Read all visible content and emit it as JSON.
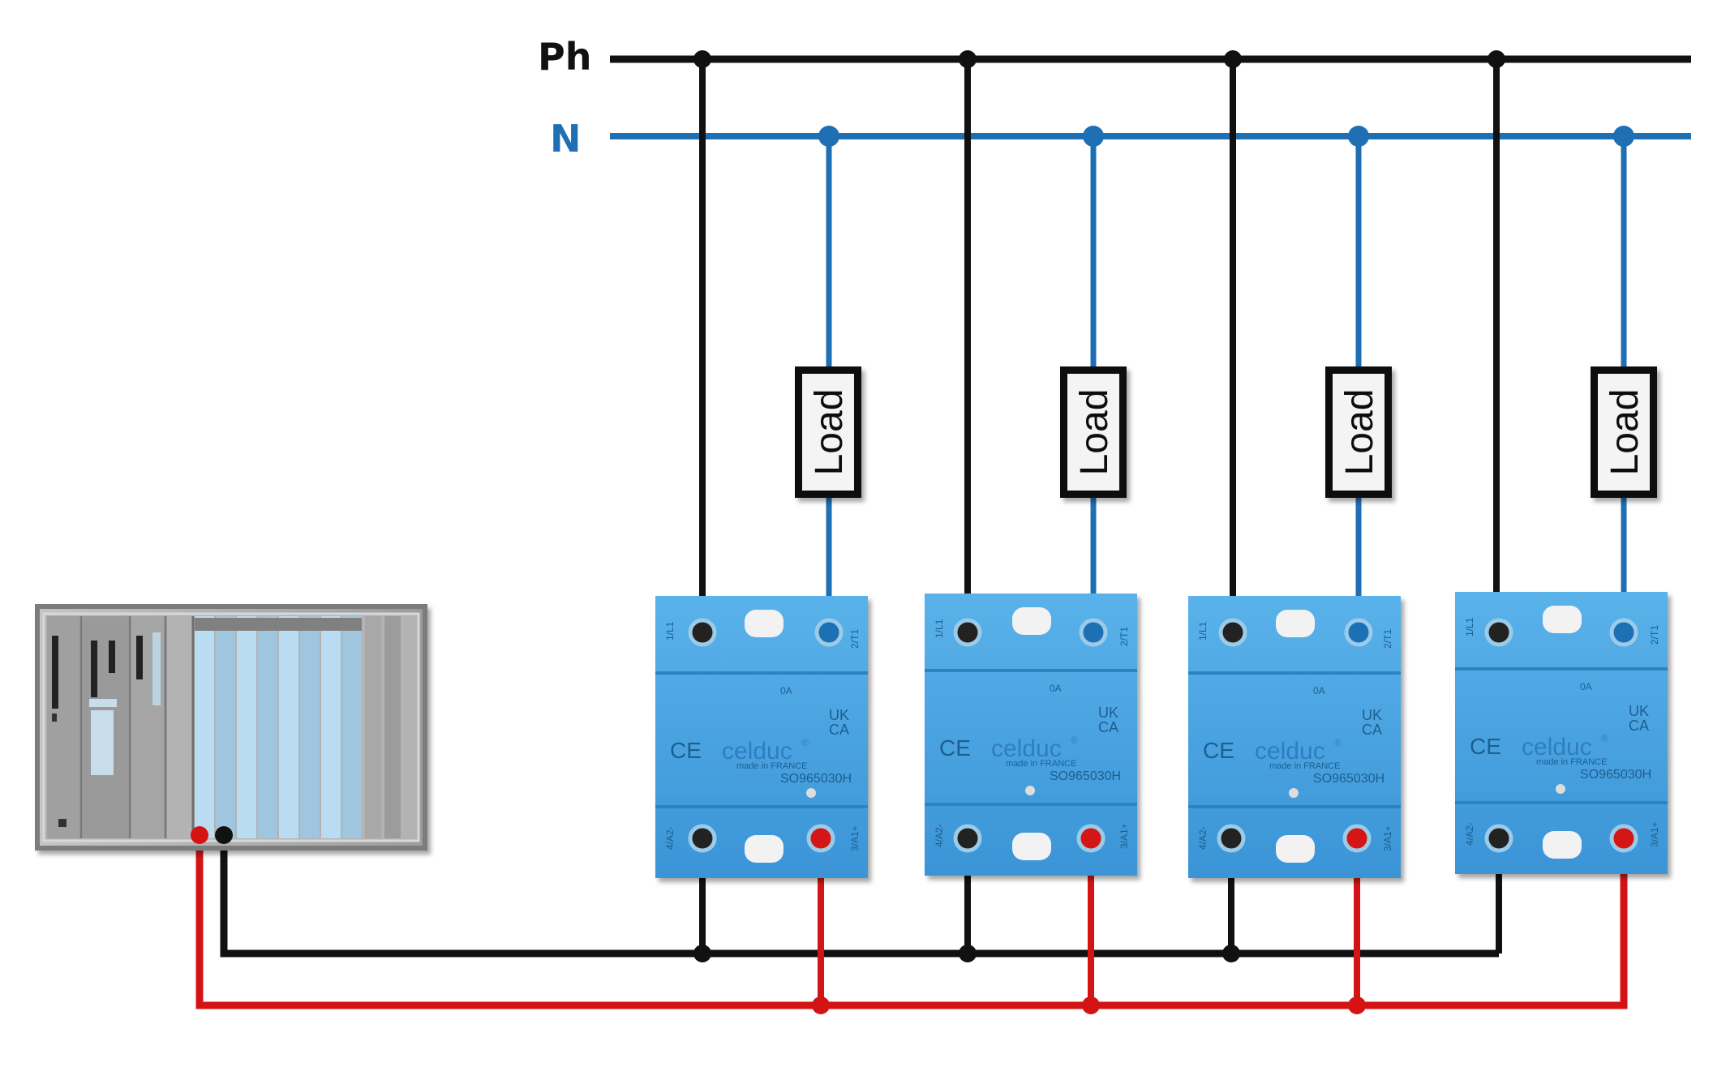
{
  "bus": {
    "phase_label": "Ph",
    "neutral_label": "N"
  },
  "load": {
    "label": "Load"
  },
  "relay": {
    "brand": "celduc",
    "brand_mark": "®",
    "model": "SO965030H",
    "made_in": "made in FRANCE",
    "rating": "0A",
    "terminal_l1": "1/L1",
    "terminal_t1": "2/T1",
    "terminal_a2": "4/A2-",
    "terminal_a1": "3/A1+",
    "ce_mark": "CE",
    "ukca_line1": "UK",
    "ukca_line2": "CA"
  },
  "colors": {
    "phase": "#111111",
    "neutral": "#1f6fb4",
    "control_negative": "#111111",
    "control_positive": "#d41414",
    "relay_body": "#4aa3e0",
    "load_box": "#111111",
    "plc_body": "#a9a9a9",
    "plc_slot": "#b9dcf2"
  },
  "icons": {
    "plc": "plc-controller-icon",
    "relay": "solid-state-relay-icon",
    "load": "resistive-load-icon"
  }
}
